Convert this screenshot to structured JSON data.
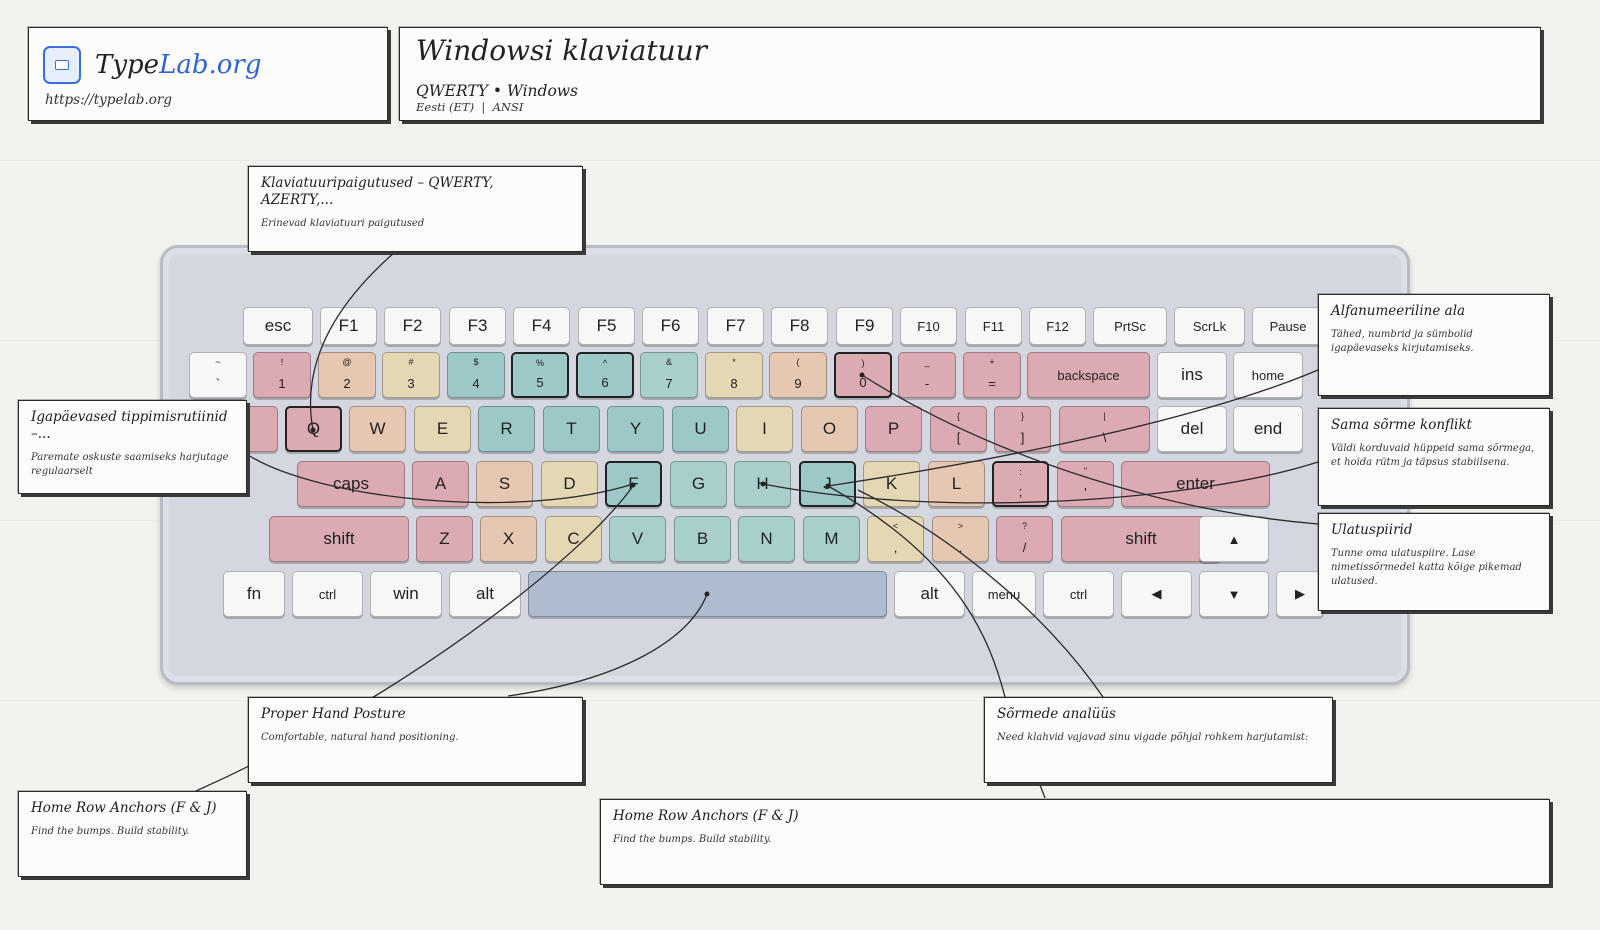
{
  "logo": {
    "name_part1": "Type",
    "name_part2": "Lab.org",
    "url": "https://typelab.org",
    "icon": "keyboard-icon",
    "accent": "#2f63d6"
  },
  "header": {
    "title": "Windowsi klaviatuur",
    "subtitle": "QWERTY • Windows",
    "lang": "Eesti (ET)",
    "layout": "ANSI"
  },
  "notes": {
    "layouts": {
      "title": "Klaviatuuripaigutused – QWERTY, AZERTY,...",
      "body": "Erinevad klaviatuuri paigutused"
    },
    "routine": {
      "title": "Igapäevased tippimisrutiinid –...",
      "body": "Paremate oskuste saamiseks harjutage regulaarselt"
    },
    "alnum": {
      "title": "Alfanumeeriline ala",
      "body": "Tähed, numbrid ja sümbolid igapäevaseks kirjutamiseks."
    },
    "samefinger": {
      "title": "Sama sõrme konflikt",
      "body": "Väldi korduvaid hüppeid sama sõrmega, et hoida rütm ja täpsus stabiilsena."
    },
    "reach": {
      "title": "Ulatuspiirid",
      "body": "Tunne oma ulatuspiire. Lase nimetissõrmedel katta kõige pikemad ulatused."
    },
    "posture": {
      "title": "Proper Hand Posture",
      "body": "Comfortable, natural hand positioning."
    },
    "fingers": {
      "title": "Sõrmede analüüs",
      "body": "Need klahvid vajavad sinu vigade põhjal rohkem harjutamist:"
    },
    "anchors_left": {
      "title": "Home Row Anchors (F & J)",
      "body": "Find the bumps. Build stability."
    },
    "anchors_bottom": {
      "title": "Home Row Anchors (F & J)",
      "body": "Find the bumps. Build stability."
    }
  },
  "keyboard": {
    "function_row": [
      "esc",
      "F1",
      "F2",
      "F3",
      "F4",
      "F5",
      "F6",
      "F7",
      "F8",
      "F9",
      "F10",
      "F11",
      "F12",
      "PrtSc",
      "ScrLk",
      "Pause"
    ],
    "number_row": [
      {
        "top": "~",
        "bottom": "`"
      },
      {
        "top": "!",
        "bottom": "1"
      },
      {
        "top": "@",
        "bottom": "2"
      },
      {
        "top": "#",
        "bottom": "3"
      },
      {
        "top": "$",
        "bottom": "4"
      },
      {
        "top": "%",
        "bottom": "5"
      },
      {
        "top": "^",
        "bottom": "6"
      },
      {
        "top": "&",
        "bottom": "7"
      },
      {
        "top": "*",
        "bottom": "8"
      },
      {
        "top": "(",
        "bottom": "9"
      },
      {
        "top": ")",
        "bottom": "0"
      },
      {
        "top": "_",
        "bottom": "-"
      },
      {
        "top": "+",
        "bottom": "="
      }
    ],
    "backspace": "backspace",
    "ins": "ins",
    "home": "home",
    "top_row": [
      "Q",
      "W",
      "E",
      "R",
      "T",
      "Y",
      "U",
      "I",
      "O",
      "P"
    ],
    "top_row_symbols": [
      {
        "top": "{",
        "bottom": "["
      },
      {
        "top": "}",
        "bottom": "]"
      },
      {
        "top": "|",
        "bottom": "\\"
      }
    ],
    "del": "del",
    "end": "end",
    "caps": "caps",
    "home_row": [
      "A",
      "S",
      "D",
      "F",
      "G",
      "H",
      "J",
      "K",
      "L"
    ],
    "home_row_symbols": [
      {
        "top": ":",
        "bottom": ";"
      },
      {
        "top": "\"",
        "bottom": "'"
      }
    ],
    "enter": "enter",
    "shift": "shift",
    "bottom_row": [
      "Z",
      "X",
      "C",
      "V",
      "B",
      "N",
      "M"
    ],
    "bottom_row_symbols": [
      {
        "top": "<",
        "bottom": ","
      },
      {
        "top": ">",
        "bottom": "."
      },
      {
        "top": "?",
        "bottom": "/"
      }
    ],
    "shift_right": "shift",
    "arrow_up": "▲",
    "arrow_left": "◀",
    "arrow_down": "▼",
    "arrow_right": "▶",
    "fn": "fn",
    "ctrl": "ctrl",
    "win": "win",
    "alt": "alt",
    "alt_right": "alt",
    "menu": "menu",
    "ctrl_right": "ctrl"
  }
}
